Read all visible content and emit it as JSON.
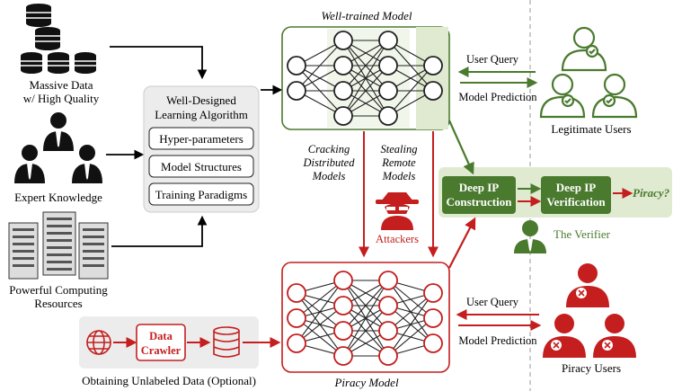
{
  "resources": {
    "data_label_1": "Massive Data",
    "data_label_2": "w/ High Quality",
    "expert_label": "Expert Knowledge",
    "computing_label_1": "Powerful Computing",
    "computing_label_2": "Resources"
  },
  "algorithm": {
    "title_1": "Well-Designed",
    "title_2": "Learning Algorithm",
    "items": [
      "Hyper-parameters",
      "Model Structures",
      "Training Paradigms"
    ]
  },
  "well_trained": {
    "title": "Well-trained Model"
  },
  "piracy_model": {
    "title": "Piracy Model"
  },
  "attack_labels": {
    "cracking_1": "Cracking",
    "cracking_2": "Distributed",
    "cracking_3": "Models",
    "stealing_1": "Stealing",
    "stealing_2": "Remote",
    "stealing_3": "Models",
    "attackers": "Attackers"
  },
  "top_interaction": {
    "query": "User Query",
    "prediction": "Model Prediction"
  },
  "bottom_interaction": {
    "query": "User Query",
    "prediction": "Model Prediction"
  },
  "legit_users": {
    "label": "Legitimate Users"
  },
  "piracy_users": {
    "label": "Piracy Users"
  },
  "verification": {
    "construction_1": "Deep IP",
    "construction_2": "Construction",
    "verification_1": "Deep IP",
    "verification_2": "Verification",
    "result": "Piracy?",
    "verifier": "The Verifier"
  },
  "data_pipeline": {
    "crawler_1": "Data",
    "crawler_2": "Crawler",
    "caption": "Obtaining Unlabeled Data (Optional)"
  },
  "colors": {
    "green": "#4a7a2e",
    "green_fill": "#dfead0",
    "red": "#c41e1e",
    "gray_fill": "#ececec"
  }
}
